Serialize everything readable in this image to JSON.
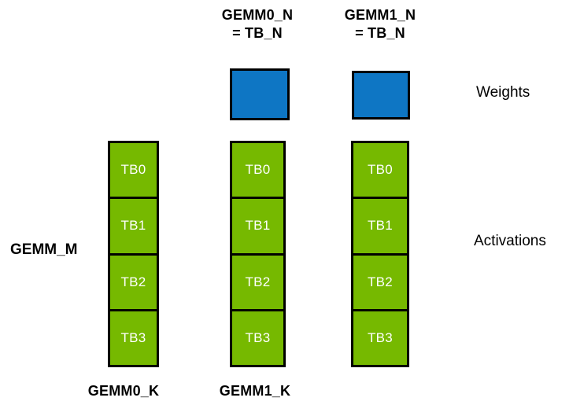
{
  "colors": {
    "background": "#ffffff",
    "activation_green": "#76b900",
    "weight_blue": "#0e76c4",
    "outline": "#000000",
    "tb_text": "#ffffff",
    "label_text": "#000000"
  },
  "top_labels": [
    {
      "line1": "GEMM0_N",
      "line2": "= TB_N"
    },
    {
      "line1": "GEMM1_N",
      "line2": "= TB_N"
    }
  ],
  "side_labels": {
    "weights": "Weights",
    "activations": "Activations",
    "gemm_m": "GEMM_M"
  },
  "bottom_labels": [
    "GEMM0_K",
    "GEMM1_K"
  ],
  "activation_columns": [
    {
      "blocks": [
        "TB0",
        "TB1",
        "TB2",
        "TB3"
      ]
    },
    {
      "blocks": [
        "TB0",
        "TB1",
        "TB2",
        "TB3"
      ]
    },
    {
      "blocks": [
        "TB0",
        "TB1",
        "TB2",
        "TB3"
      ]
    }
  ]
}
